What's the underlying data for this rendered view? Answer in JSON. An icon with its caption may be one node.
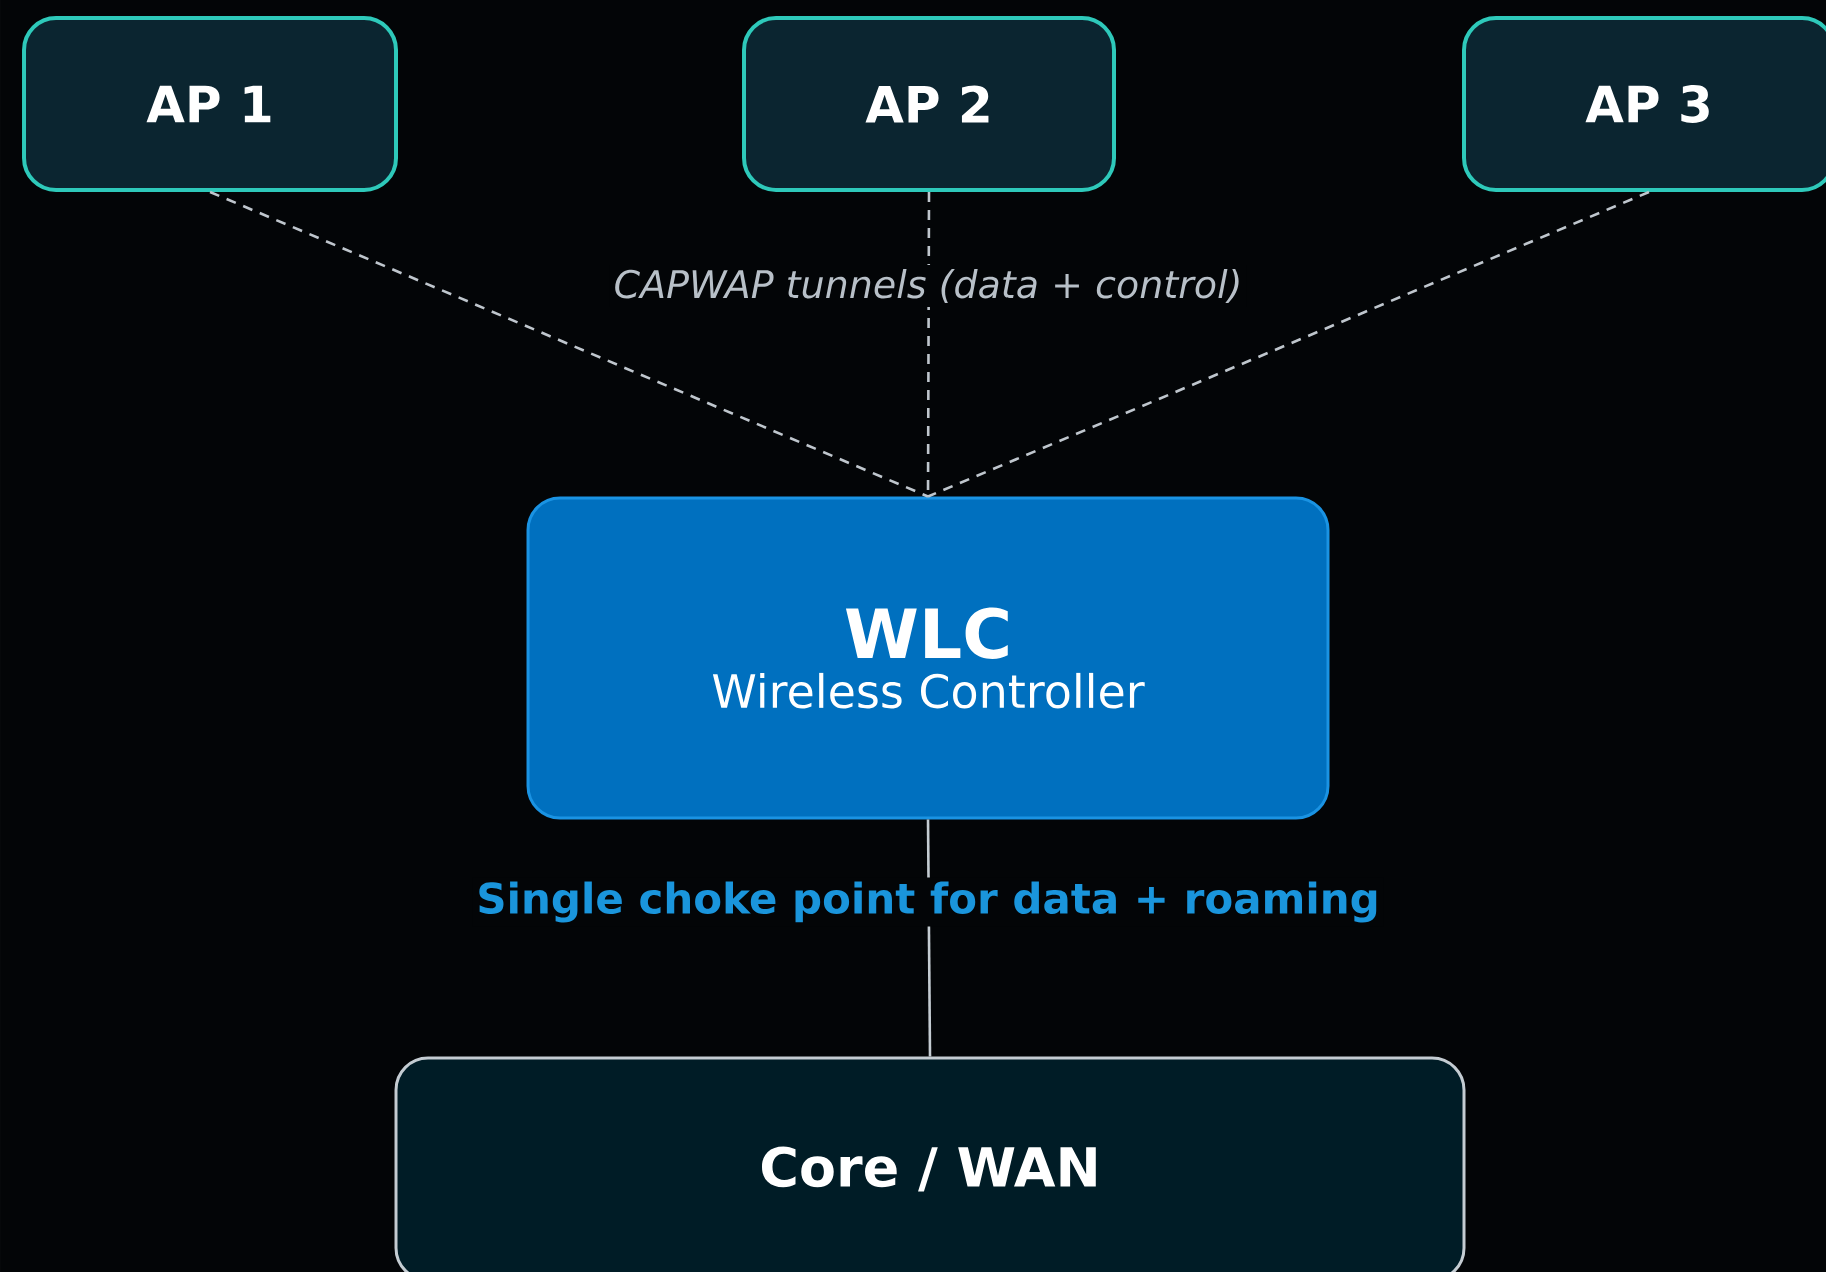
{
  "diagram": {
    "nodes": [
      {
        "text": [
          "AP 1"
        ]
      },
      {
        "text": [
          "AP 2"
        ]
      },
      {
        "text": [
          "AP 3"
        ]
      },
      {
        "text": [
          "WLC",
          "Wireless Controller"
        ]
      },
      {
        "text": [
          "Core / WAN"
        ]
      }
    ],
    "edges": [
      {
        "from": 0,
        "to": 3,
        "arrow": "none",
        "style": "dashed"
      },
      {
        "from": 1,
        "to": 3,
        "arrow": "none",
        "style": "dashed",
        "label": "CAPWAP tunnels (data + control)"
      },
      {
        "from": 2,
        "to": 3,
        "arrow": "none",
        "style": "dashed"
      },
      {
        "from": 3,
        "to": 4,
        "arrow": "none",
        "label": "Single choke point for data + roaming"
      }
    ]
  }
}
